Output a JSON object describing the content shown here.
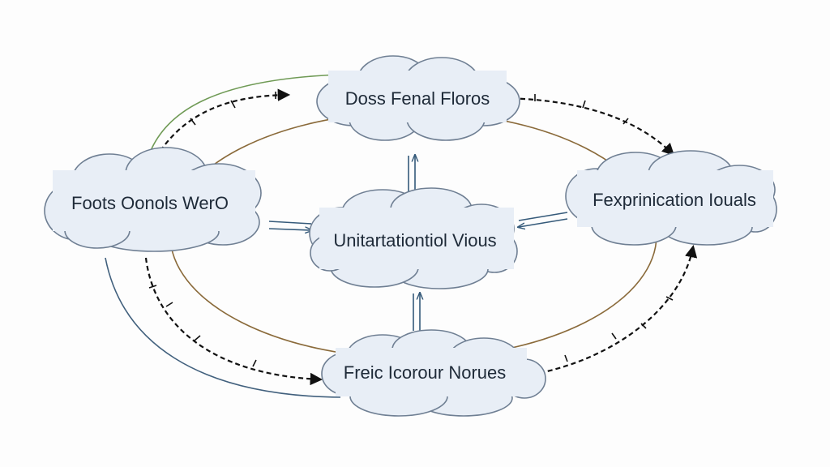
{
  "diagram": {
    "nodes": {
      "top": {
        "label": "Doss Fenal Floros"
      },
      "left": {
        "label": "Foots Oonols WerO"
      },
      "right": {
        "label": "Fexprinication Iouals"
      },
      "center": {
        "label": "Unitartationtiol Vious"
      },
      "bottom": {
        "label": "Freic Icorour Norues"
      }
    },
    "colors": {
      "cloud_fill": "#e8eef6",
      "cloud_stroke": "#6f7f93",
      "ring_brown": "#8a6a3a",
      "ring_green": "#6f9a55",
      "ring_blue": "#41607d",
      "dashed": "#111111",
      "center_arrows": "#355a7a"
    }
  }
}
